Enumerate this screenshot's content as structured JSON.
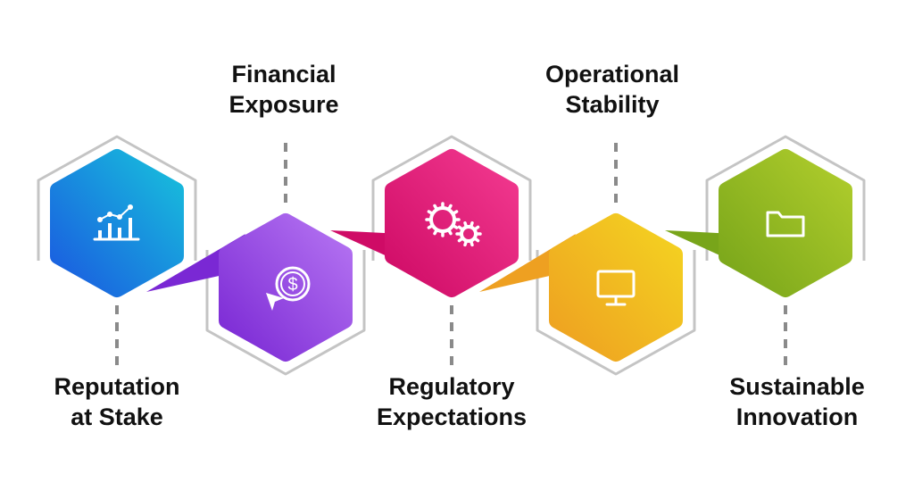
{
  "steps": [
    {
      "line1": "Reputation",
      "line2": "at Stake",
      "icon": "bar-chart-icon",
      "position": "bottom",
      "colors": [
        "#17bfdc",
        "#1a5be0"
      ]
    },
    {
      "line1": "Financial",
      "line2": "Exposure",
      "icon": "dollar-cursor-icon",
      "position": "top",
      "colors": [
        "#b574f2",
        "#7a28d4"
      ]
    },
    {
      "line1": "Regulatory",
      "line2": "Expectations",
      "icon": "gears-icon",
      "position": "bottom",
      "colors": [
        "#f2398f",
        "#cf0b66"
      ]
    },
    {
      "line1": "Operational",
      "line2": "Stability",
      "icon": "monitor-icon",
      "position": "top",
      "colors": [
        "#f4d321",
        "#eea021"
      ]
    },
    {
      "line1": "Sustainable",
      "line2": "Innovation",
      "icon": "folder-icon",
      "position": "bottom",
      "colors": [
        "#b0cd2c",
        "#78a51a"
      ]
    }
  ]
}
